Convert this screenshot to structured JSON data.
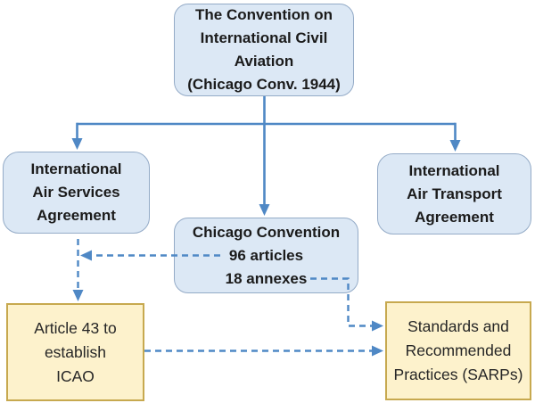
{
  "colors": {
    "bg": "#ffffff",
    "blue_fill": "#dce8f5",
    "blue_border": "#94abc7",
    "yellow_fill": "#fdf2cc",
    "yellow_border": "#c7a94f",
    "arrow": "#4f88c5",
    "text": "#1b1b1b",
    "yellow_text": "#262626"
  },
  "nodes": {
    "convention": {
      "text": "The Convention on\nInternational Civil\nAviation\n(Chicago Conv. 1944)"
    },
    "air_services": {
      "text": "International\nAir Services\nAgreement"
    },
    "chicago": {
      "text": "Chicago Convention\n96 articles\n18 annexes"
    },
    "air_transport": {
      "text": "International\nAir Transport\nAgreement"
    },
    "article43": {
      "text": "Article 43 to\nestablish\nICAO"
    },
    "sarps": {
      "text": "Standards and\nRecommended\nPractices (SARPs)"
    }
  },
  "edges": [
    {
      "from": "convention",
      "to": "air_services",
      "style": "solid-arrow"
    },
    {
      "from": "convention",
      "to": "chicago",
      "style": "solid-arrow"
    },
    {
      "from": "convention",
      "to": "air_transport",
      "style": "solid-arrow"
    },
    {
      "from": "chicago",
      "to": "air_services-drop-line",
      "style": "dashed-arrow",
      "label_anchor": "96 articles"
    },
    {
      "from": "air_services",
      "to": "article43",
      "style": "dashed-arrow"
    },
    {
      "from": "chicago",
      "to": "sarps",
      "style": "dashed-arrow",
      "label_anchor": "18 annexes"
    },
    {
      "from": "article43",
      "to": "sarps",
      "style": "dashed-arrow"
    }
  ]
}
